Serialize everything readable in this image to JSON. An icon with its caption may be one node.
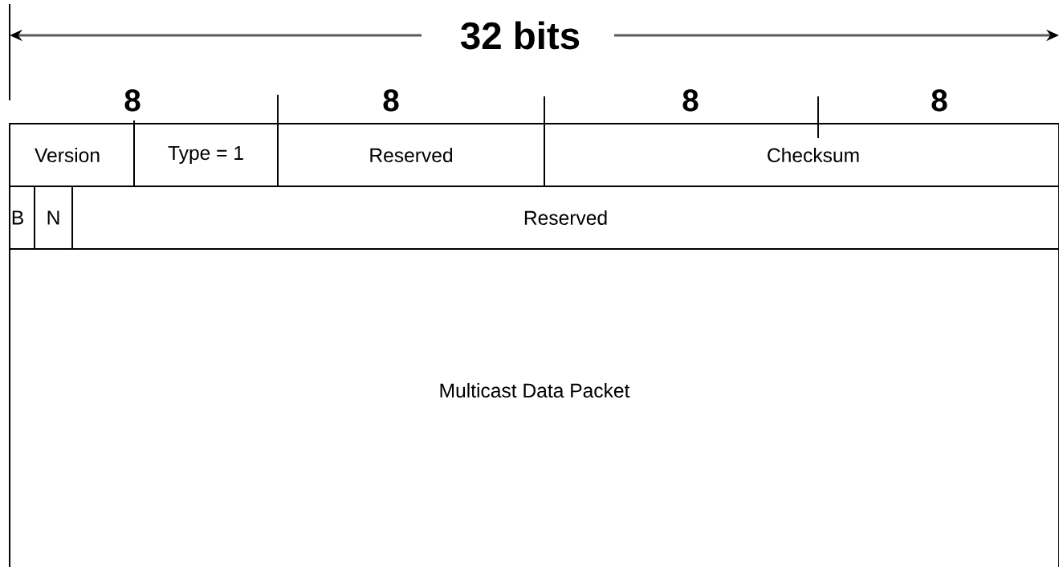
{
  "diagram": {
    "nodes": [
      {
        "text": [
          "Version"
        ]
      },
      {
        "text": [
          "Type = 1"
        ]
      },
      {
        "text": [
          "Reserved"
        ]
      },
      {
        "text": [
          "Checksum"
        ]
      },
      {
        "text": [
          "B"
        ]
      },
      {
        "text": [
          "N"
        ]
      },
      {
        "text": [
          "Reserved"
        ]
      },
      {
        "text": [
          "Multicast Data Packet"
        ]
      }
    ],
    "labels": [
      "32 bits",
      "8",
      "8",
      "8",
      "8"
    ]
  }
}
